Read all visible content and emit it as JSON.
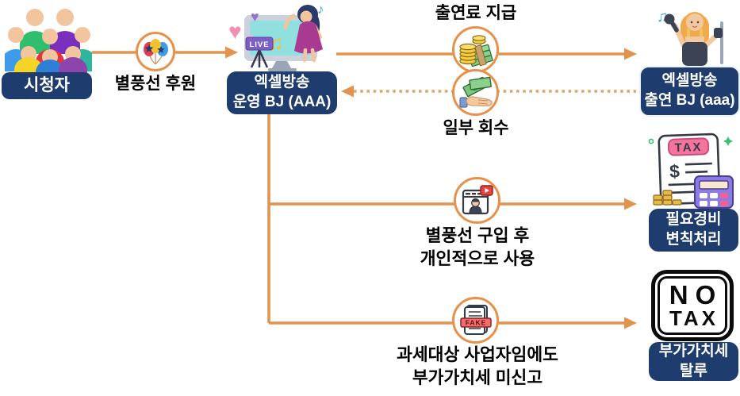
{
  "colors": {
    "arrow_orange": "#E2944E",
    "dotted_orange": "#DFA56C",
    "ring_orange": "#E8914B",
    "navy_box": "#1E3C6E",
    "label_black": "#000000"
  },
  "nodes": {
    "viewers": {
      "label": "시청자"
    },
    "host": {
      "line1": "엑셀방송",
      "line2": "운영 BJ (AAA)"
    },
    "guest": {
      "line1": "엑셀방송",
      "line2": "출연 BJ (aaa)"
    },
    "expense": {
      "line1": "필요경비",
      "line2": "변칙처리"
    },
    "vat": {
      "line1": "부가가치세",
      "line2": "탈루"
    }
  },
  "edges": {
    "donation": {
      "label": "별풍선 후원"
    },
    "fee": {
      "label": "출연료 지급"
    },
    "recovery": {
      "label": "일부 회수"
    },
    "personal_use": {
      "line1": "별풍선 구입 후",
      "line2": "개인적으로 사용"
    },
    "no_vat_report": {
      "line1": "과세대상 사업자임에도",
      "line2": "부가가치세 미신고"
    }
  },
  "icon_text": {
    "live": "LIVE",
    "tax_banner": "TAX",
    "fake": "FAKE",
    "dollar": "$",
    "no_line1": "NO",
    "no_line2": "TAX",
    "note_single": "♪",
    "note_double": "♫",
    "heart": "♥"
  }
}
